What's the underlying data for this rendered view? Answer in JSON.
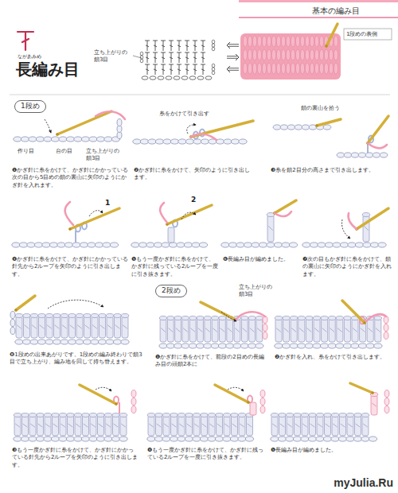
{
  "diagram": {
    "title": "長編み目",
    "nodes": [
      {
        "text": [
          "1段め"
        ]
      },
      {
        "text": [
          "2段め"
        ]
      }
    ],
    "labels": [
      "基本の編み目",
      "ながあみめ",
      "立ち上がりの鎖3目",
      "1段めの表側",
      "作り目",
      "台の目",
      "立ち上がりの鎖3目",
      "糸をかけて引き出す",
      "鎖の裏山を拾う",
      "1",
      "2",
      "立ち上がりの鎖3目",
      "❶かぎ針に糸をかけて、かぎ針にかかっている次の目から5目めの鎖の裏山に矢印のようにかぎ針を入れます。",
      "❷かぎ針に糸をかけて、矢印のように引き出します。",
      "❸糸を鎖2目分の高さまで引き出します。",
      "❹かぎ針に糸をかけて、かぎ針にかかっている針先から2ループを矢印のように引き出します。",
      "❺もう一度かぎ針に糸をかけて、かぎ針に残っている2ループを一度に引き抜きます。",
      "❻長編み目が編めました。",
      "❼次の目もかぎ針に糸をかけて、鎖の裏山に矢印のようにかぎ針を入れます。",
      "❽1段めの出来あがりです。1段めの編み終わりで鎖3目で立ち上がり、編み地を回して持ち替えます。",
      "❶かぎ針に糸をかけて、前段の2目めの長編み目の頭鎖2本に",
      "❷かぎ針を入れ、糸をかけて引き出します。",
      "❸もう一度かぎ針に糸をかけて、かぎ針にかかっている針先から2ループを矢印のように引き出します。",
      "❹もう一度かぎ針に糸をかけて、かぎ針に残っている2ループを一度に引き抜きます。",
      "❺長編み目が編めました。",
      "myJulia.Ru"
    ]
  }
}
